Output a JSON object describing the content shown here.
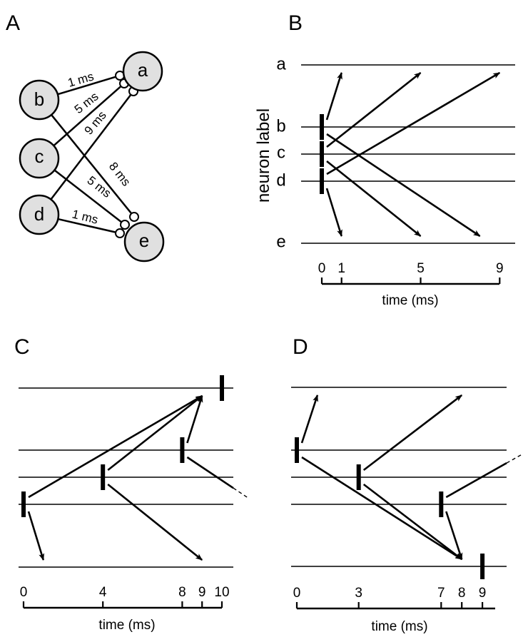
{
  "colors": {
    "ink": "#000000",
    "node_fill": "#e0e0e0",
    "background": "#ffffff"
  },
  "panels": {
    "A": {
      "letter": "A",
      "nodes": [
        {
          "id": "a",
          "label": "a"
        },
        {
          "id": "b",
          "label": "b"
        },
        {
          "id": "c",
          "label": "c"
        },
        {
          "id": "d",
          "label": "d"
        },
        {
          "id": "e",
          "label": "e"
        }
      ],
      "connections": [
        {
          "from": "b",
          "to": "a",
          "delay_ms": 1,
          "label": "1 ms"
        },
        {
          "from": "c",
          "to": "a",
          "delay_ms": 5,
          "label": "5 ms"
        },
        {
          "from": "d",
          "to": "a",
          "delay_ms": 9,
          "label": "9 ms"
        },
        {
          "from": "b",
          "to": "e",
          "delay_ms": 8,
          "label": "8 ms"
        },
        {
          "from": "c",
          "to": "e",
          "delay_ms": 5,
          "label": "5 ms"
        },
        {
          "from": "d",
          "to": "e",
          "delay_ms": 1,
          "label": "1 ms"
        }
      ]
    },
    "B": {
      "letter": "B",
      "ylabel": "neuron label",
      "xlabel": "time (ms)",
      "row_labels": [
        "a",
        "b",
        "c",
        "d",
        "e"
      ],
      "ticks": [
        0,
        1,
        5,
        9
      ],
      "tick_labels": [
        "0",
        "1",
        "5",
        "9"
      ],
      "spikes": [
        {
          "neuron": "b",
          "t": 0
        },
        {
          "neuron": "c",
          "t": 0
        },
        {
          "neuron": "d",
          "t": 0
        }
      ],
      "arrows": [
        {
          "from": "b",
          "to": "a",
          "t0": 0,
          "t1": 1
        },
        {
          "from": "c",
          "to": "a",
          "t0": 0,
          "t1": 5
        },
        {
          "from": "d",
          "to": "a",
          "t0": 0,
          "t1": 9
        },
        {
          "from": "b",
          "to": "e",
          "t0": 0,
          "t1": 8
        },
        {
          "from": "c",
          "to": "e",
          "t0": 0,
          "t1": 5
        },
        {
          "from": "d",
          "to": "e",
          "t0": 0,
          "t1": 1
        }
      ]
    },
    "C": {
      "letter": "C",
      "xlabel": "time (ms)",
      "ticks": [
        0,
        4,
        8,
        9,
        10
      ],
      "tick_labels": [
        "0",
        "4",
        "8",
        "9",
        "10"
      ],
      "spikes": [
        {
          "neuron": "d",
          "t": 0
        },
        {
          "neuron": "c",
          "t": 4
        },
        {
          "neuron": "b",
          "t": 8
        },
        {
          "neuron": "a",
          "t": 10
        }
      ],
      "arrows": [
        {
          "from": "d",
          "to": "a",
          "t0": 0,
          "t1": 9
        },
        {
          "from": "d",
          "to": "e",
          "t0": 0,
          "t1": 1
        },
        {
          "from": "c",
          "to": "a",
          "t0": 4,
          "t1": 9
        },
        {
          "from": "c",
          "to": "e",
          "t0": 4,
          "t1": 9
        },
        {
          "from": "b",
          "to": "a",
          "t0": 8,
          "t1": 9
        },
        {
          "from": "b",
          "to": "e",
          "t0": 8,
          "t1": 16,
          "truncated": true
        }
      ]
    },
    "D": {
      "letter": "D",
      "xlabel": "time (ms)",
      "ticks": [
        0,
        3,
        7,
        8,
        9
      ],
      "tick_labels": [
        "0",
        "3",
        "7",
        "8",
        "9"
      ],
      "spikes": [
        {
          "neuron": "b",
          "t": 0
        },
        {
          "neuron": "c",
          "t": 3
        },
        {
          "neuron": "d",
          "t": 7
        },
        {
          "neuron": "e",
          "t": 9
        }
      ],
      "arrows": [
        {
          "from": "b",
          "to": "a",
          "t0": 0,
          "t1": 1
        },
        {
          "from": "b",
          "to": "e",
          "t0": 0,
          "t1": 8
        },
        {
          "from": "c",
          "to": "a",
          "t0": 3,
          "t1": 8
        },
        {
          "from": "c",
          "to": "e",
          "t0": 3,
          "t1": 8
        },
        {
          "from": "d",
          "to": "e",
          "t0": 7,
          "t1": 8
        },
        {
          "from": "d",
          "to": "a",
          "t0": 7,
          "t1": 16,
          "truncated": true
        }
      ]
    }
  }
}
